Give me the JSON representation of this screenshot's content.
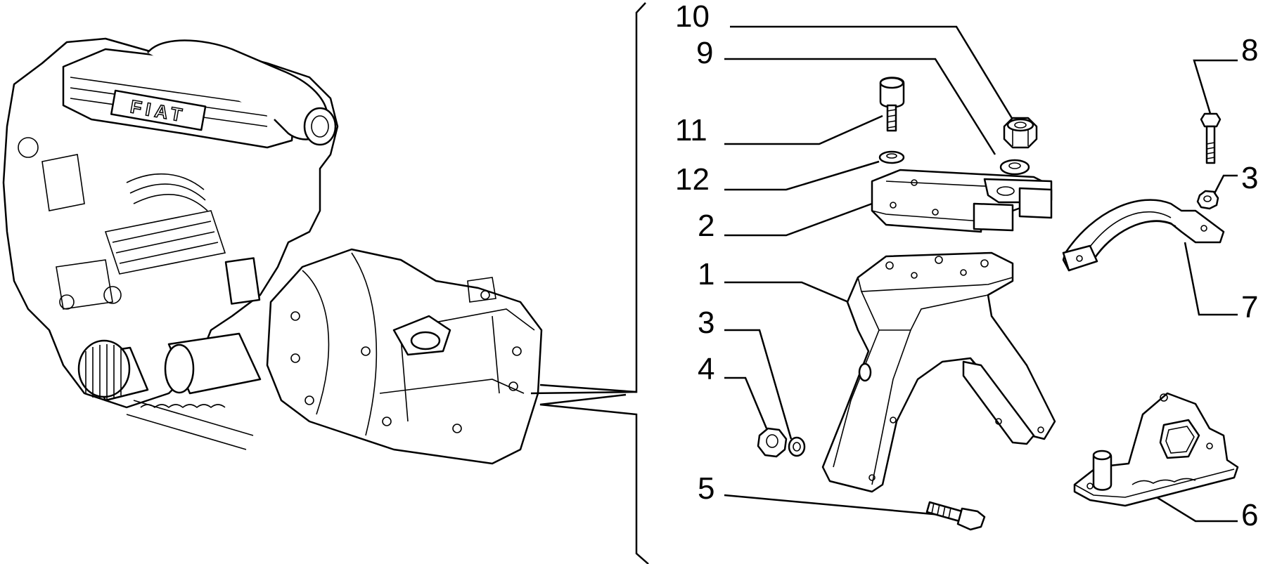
{
  "callouts": {
    "c10": "10",
    "c9": "9",
    "c11": "11",
    "c12": "12",
    "c2": "2",
    "c1": "1",
    "c3a": "3",
    "c4": "4",
    "c5": "5",
    "c8": "8",
    "c3b": "3",
    "c7": "7",
    "c6": "6"
  },
  "engine_logo": "FIAT"
}
